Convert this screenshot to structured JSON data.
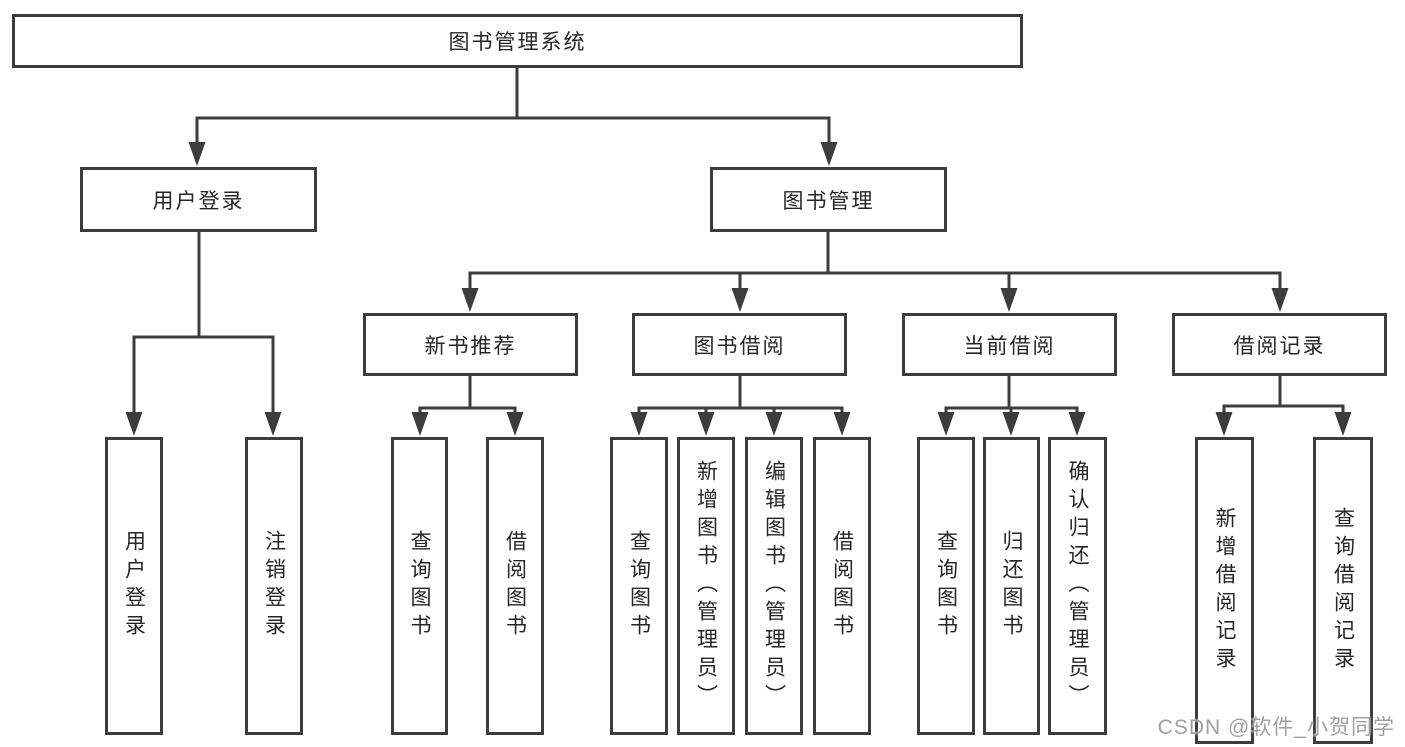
{
  "diagram": {
    "type": "hierarchy-diagram",
    "root": {
      "label": "图书管理系统"
    },
    "login": {
      "label": "用户登录",
      "children": [
        {
          "label": "用户登录"
        },
        {
          "label": "注销登录"
        }
      ]
    },
    "mgmt": {
      "label": "图书管理",
      "children": [
        {
          "label": "新书推荐",
          "children": [
            {
              "label": "查询图书"
            },
            {
              "label": "借阅图书"
            }
          ]
        },
        {
          "label": "图书借阅",
          "children": [
            {
              "label": "查询图书"
            },
            {
              "label": "新增图书（管理员）"
            },
            {
              "label": "编辑图书（管理员）"
            },
            {
              "label": "借阅图书"
            }
          ]
        },
        {
          "label": "当前借阅",
          "children": [
            {
              "label": "查询图书"
            },
            {
              "label": "归还图书"
            },
            {
              "label": "确认归还（管理员）"
            }
          ]
        },
        {
          "label": "借阅记录",
          "children": [
            {
              "label": "新增借阅记录"
            },
            {
              "label": "查询借阅记录"
            }
          ]
        }
      ]
    },
    "watermark": "CSDN @软件_小贺同学",
    "colors": {
      "line": "#3c3c3c",
      "text": "#262626",
      "background": "#ffffff",
      "watermark": "#989898"
    }
  }
}
